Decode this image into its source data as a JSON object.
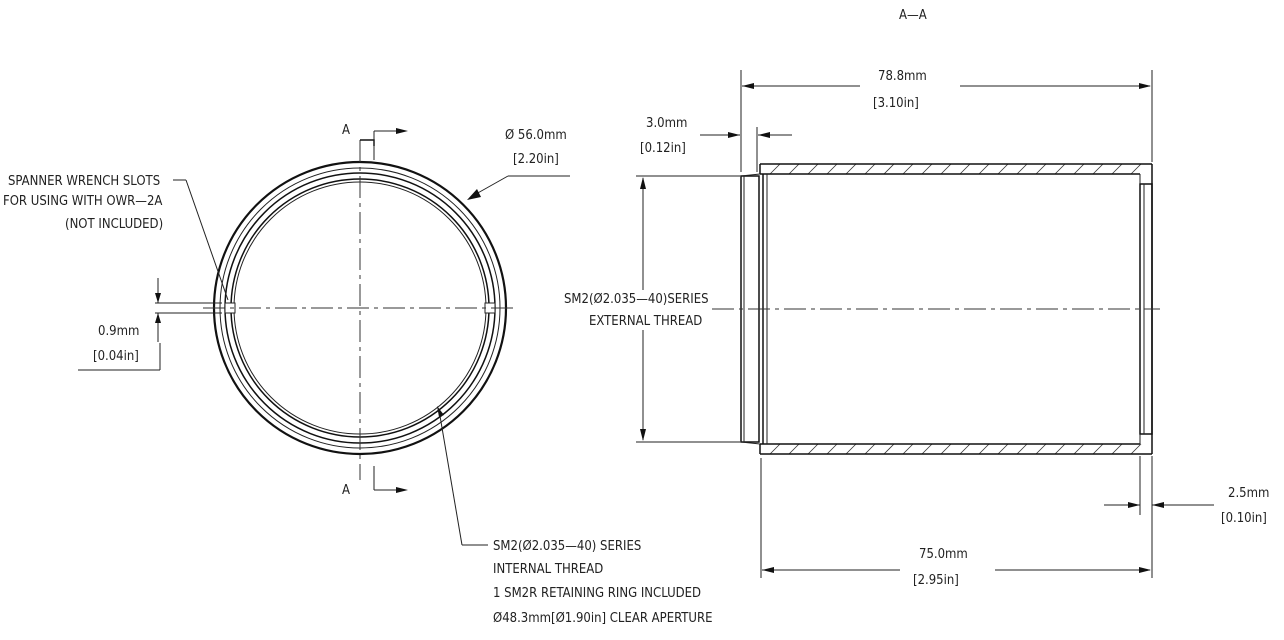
{
  "section_label": "A—A",
  "section_marks": {
    "top": "A",
    "bottom": "A"
  },
  "left_view": {
    "slots_note": [
      "SPANNER WRENCH SLOTS",
      "FOR USING WITH OWR—2A",
      "(NOT INCLUDED)"
    ],
    "outer_diameter": {
      "mm": "Ø 56.0mm",
      "inch": "[2.20in]"
    },
    "slot_width": {
      "mm": "0.9mm",
      "inch": "[0.04in]"
    },
    "thread_note": [
      "SM2(Ø2.035—40) SERIES",
      "INTERNAL THREAD",
      "1 SM2R RETAINING RING INCLUDED",
      "Ø48.3mm[Ø1.90in] CLEAR APERTURE"
    ]
  },
  "right_view": {
    "overall_length": {
      "mm": "78.8mm",
      "inch": "[3.10in]"
    },
    "lip_length": {
      "mm": "3.0mm",
      "inch": "[0.12in]"
    },
    "external_thread": [
      "SM2(Ø2.035—40)SERIES",
      "EXTERNAL THREAD"
    ],
    "ring_depth": {
      "mm": "2.5mm",
      "inch": "[0.10in]"
    },
    "thread_length": {
      "mm": "75.0mm",
      "inch": "[2.95in]"
    }
  }
}
